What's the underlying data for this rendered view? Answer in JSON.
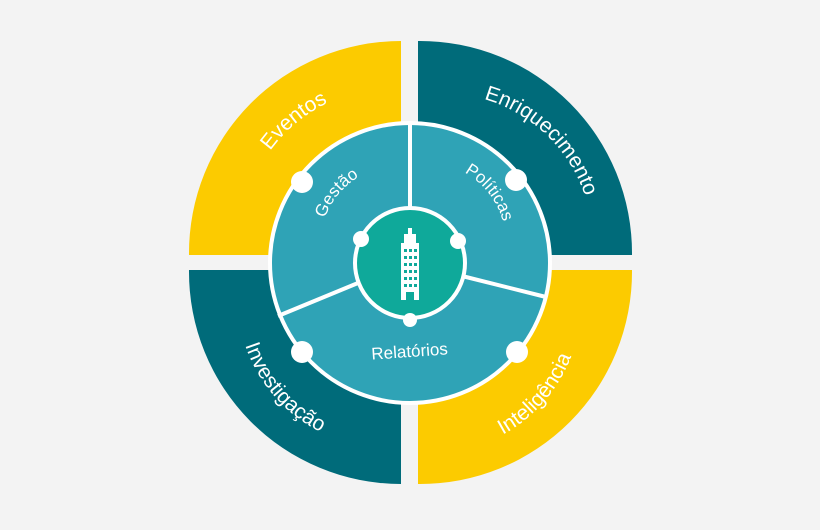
{
  "outer_segments": [
    {
      "label": "Eventos",
      "color": "#fccb00"
    },
    {
      "label": "Enriquecimento",
      "color": "#006b7a"
    },
    {
      "label": "Inteligência",
      "color": "#fccb00"
    },
    {
      "label": "Investigação",
      "color": "#006b7a"
    }
  ],
  "inner_segments": [
    {
      "label": "Gestão"
    },
    {
      "label": "Políticas"
    },
    {
      "label": "Relatórios"
    }
  ],
  "colors": {
    "inner_ring": "#2fa3b6",
    "center": "#0fa99a",
    "separator": "#ffffff",
    "text": "#ffffff"
  },
  "center_icon": "building-icon"
}
